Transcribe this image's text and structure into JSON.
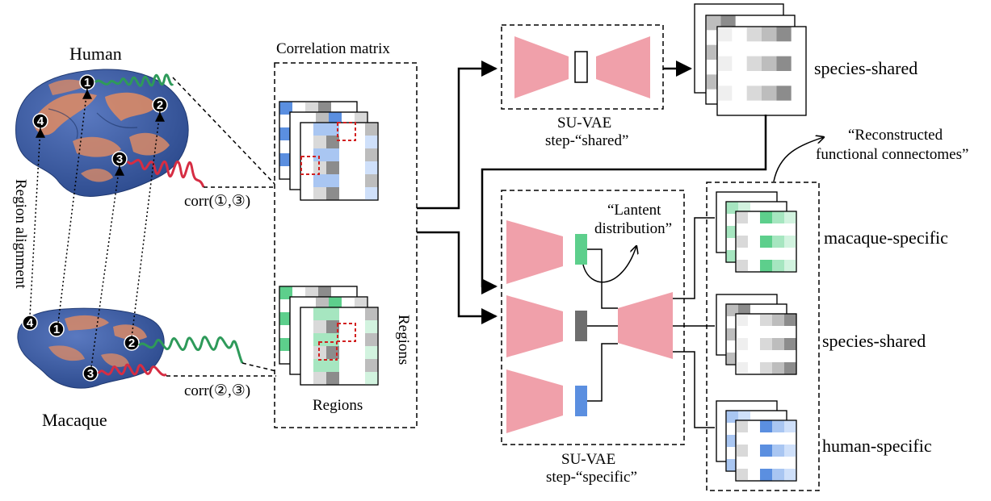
{
  "labels": {
    "human": "Human",
    "macaque": "Macaque",
    "region_alignment": "Region alignment",
    "corr_human": "corr(①,③)",
    "corr_macaque": "corr(②,③)",
    "correlation_matrix": "Correlation matrix",
    "regions_x": "Regions",
    "regions_y": "Regions",
    "suvae_shared_1": "SU-VAE",
    "suvae_shared_2": "step-“shared”",
    "suvae_specific_1": "SU-VAE",
    "suvae_specific_2": "step-“specific”",
    "latent_1": "“Lantent",
    "latent_2": "distribution”",
    "recon_1": "“Reconstructed",
    "recon_2": "functional connectomes”",
    "out_shared_top": "species-shared",
    "out_macaque_specific": "macaque-specific",
    "out_species_shared": "species-shared",
    "out_human_specific": "human-specific"
  },
  "markers": {
    "human": [
      "1",
      "2",
      "3",
      "4"
    ],
    "macaque": [
      "1",
      "2",
      "3",
      "4"
    ]
  },
  "colors": {
    "cortex_blue": "#3f5fa8",
    "cortex_orange": "#d98a66",
    "signal_green": "#2e9a5a",
    "signal_red": "#d62d43",
    "vae_pink": "#f0a0aa",
    "latent_green": "#5dcf8c",
    "latent_gray": "#6e6e6e",
    "latent_blue": "#5b8fe0",
    "highlight_dash": "#d22020"
  }
}
